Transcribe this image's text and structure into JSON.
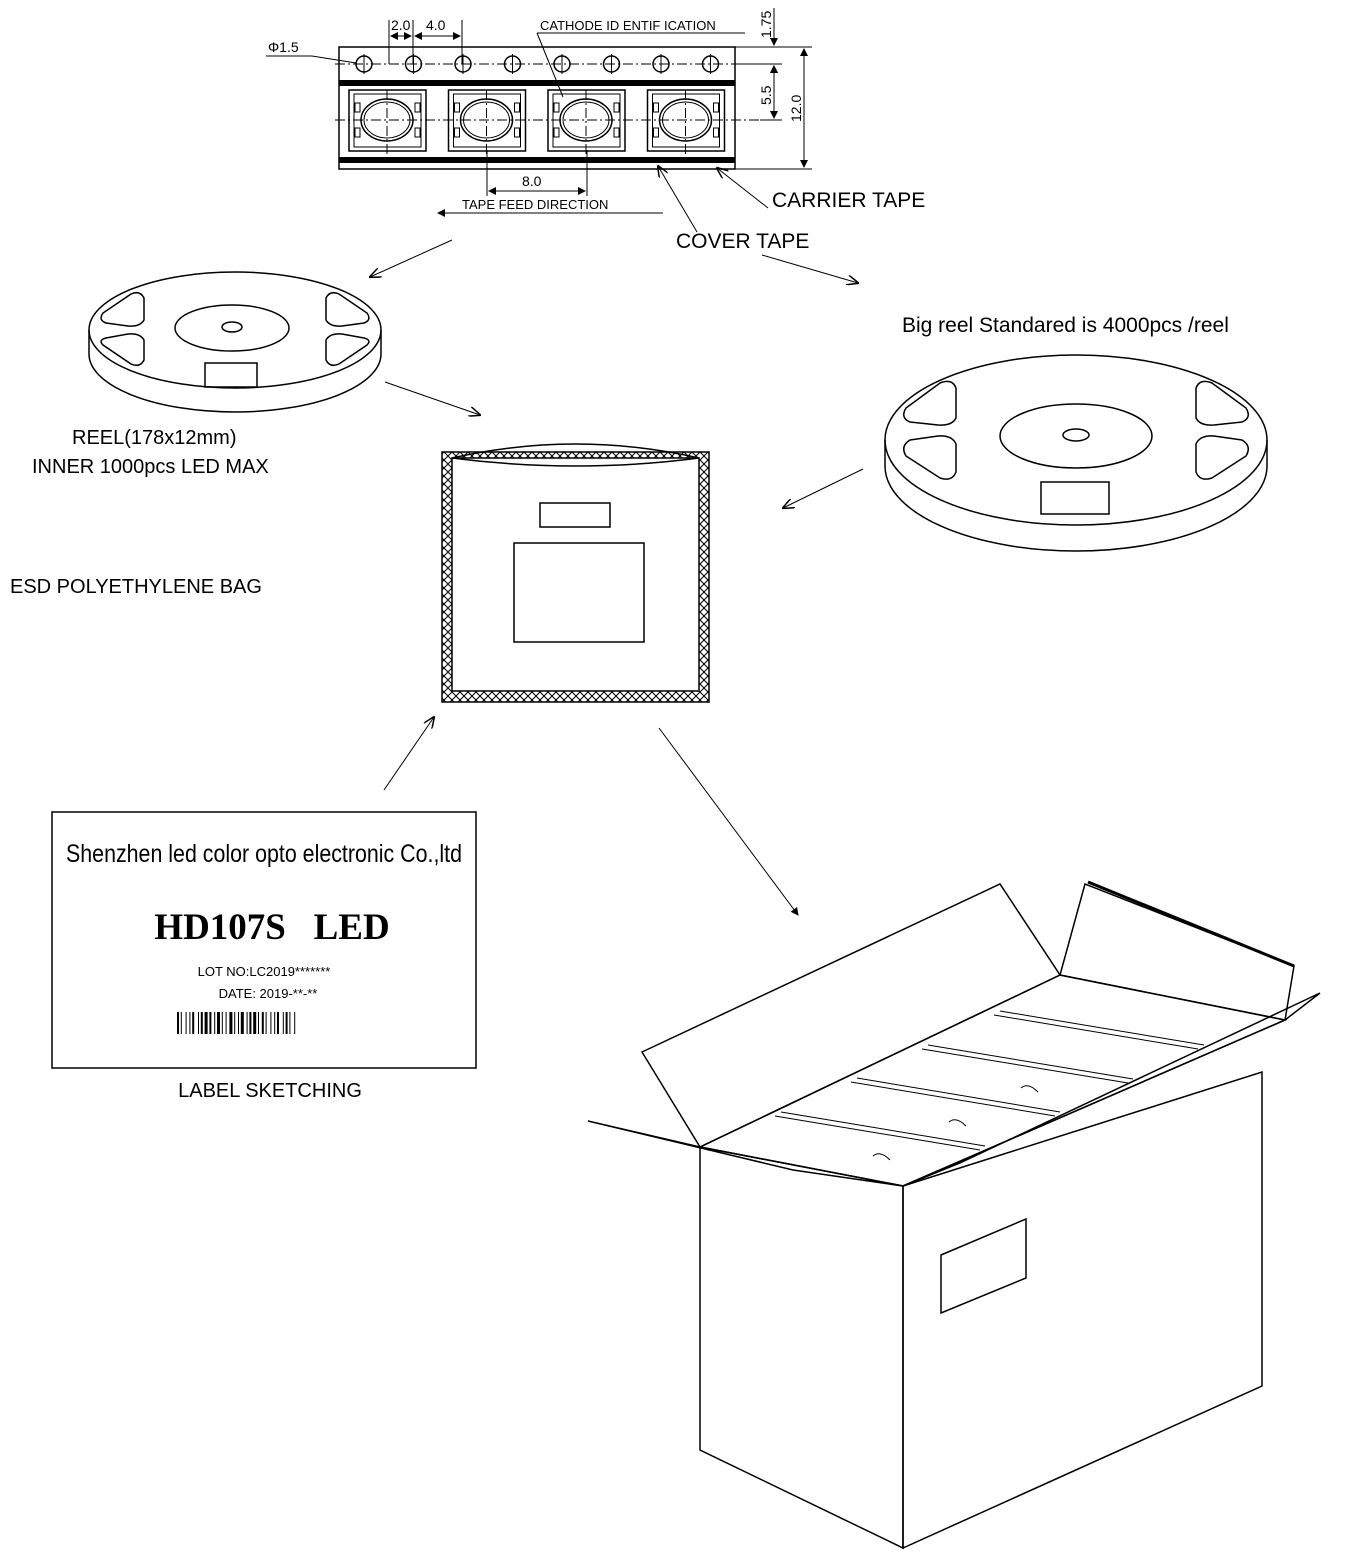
{
  "tape": {
    "phi_label": "Φ1.5",
    "dim_2_0": "2.0",
    "dim_4_0": "4.0",
    "cathode_label": "CATHODE ID ENTIF ICATION",
    "dim_1_75": "1.75",
    "dim_5_5": "5.5",
    "dim_12_0": "12.0",
    "dim_8_0": "8.0",
    "feed_direction": "TAPE FEED DIRECTION",
    "carrier_tape": "CARRIER TAPE",
    "cover_tape": "COVER TAPE"
  },
  "small_reel": {
    "line1": "REEL(178x12mm)",
    "line2": "INNER 1000pcs LED MAX"
  },
  "big_reel": {
    "caption": "Big reel Standared is 4000pcs /reel"
  },
  "bag": {
    "caption": "ESD POLYETHYLENE BAG"
  },
  "label": {
    "company": "Shenzhen led color opto electronic Co.,ltd",
    "product": "HD107S   LED",
    "lot_no": "LOT NO:LC2019*******",
    "date": "DATE:  2019-**-**",
    "caption": "LABEL SKETCHING"
  }
}
